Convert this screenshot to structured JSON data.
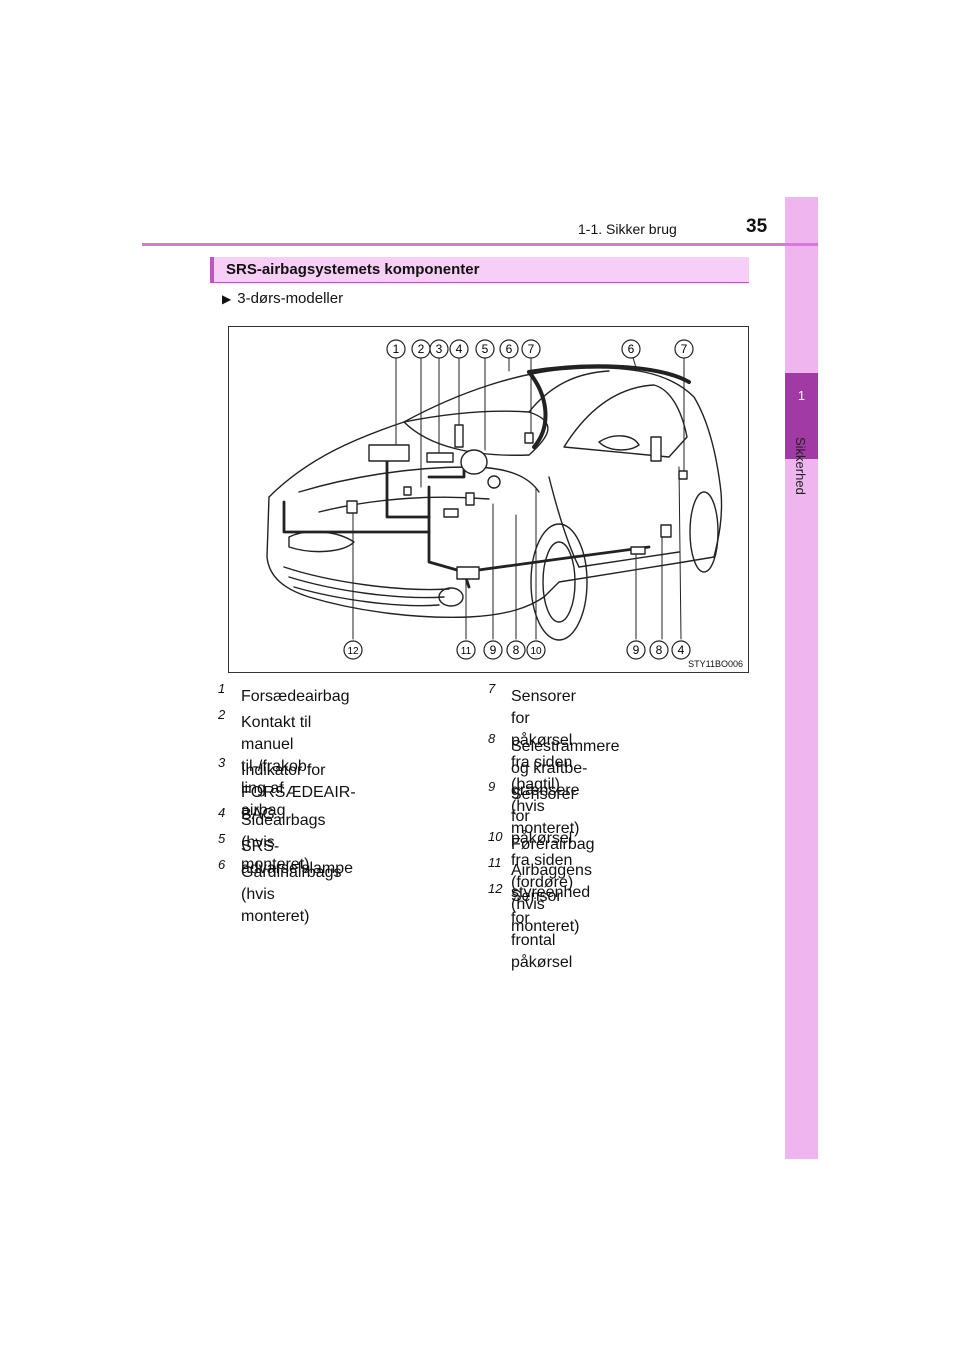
{
  "header": {
    "section": "1-1. Sikker brug",
    "page_number": "35"
  },
  "side_tab": {
    "chapter_number": "1",
    "chapter_name": "Sikkerhed"
  },
  "box_title": "SRS-airbagsystemets komponenter",
  "model_label": "3-dørs-modeller",
  "figure": {
    "code": "STY11BO006",
    "callouts_top": [
      "1",
      "2",
      "3",
      "4",
      "5",
      "6",
      "7",
      "6",
      "7"
    ],
    "callouts_bottom": [
      "12",
      "11",
      "9",
      "8",
      "10",
      "9",
      "8",
      "4"
    ]
  },
  "legend_left": [
    {
      "num": "1",
      "lines": [
        "Forsædeairbag"
      ]
    },
    {
      "num": "2",
      "lines": [
        "Kontakt til manuel til-/frakob-",
        "ling af airbag"
      ]
    },
    {
      "num": "3",
      "lines": [
        "Indikator for FORSÆDEAIR-",
        "BAG"
      ]
    },
    {
      "num": "4",
      "lines": [
        "Sideairbags (hvis monteret)"
      ]
    },
    {
      "num": "5",
      "lines": [
        "SRS-advarselslampe"
      ]
    },
    {
      "num": "6",
      "lines": [
        "Gardinairbags",
        "(hvis monteret)"
      ]
    }
  ],
  "legend_right": [
    {
      "num": "7",
      "lines": [
        "Sensorer for påkørsel fra siden",
        "(bagtil) (hvis monteret)"
      ]
    },
    {
      "num": "8",
      "lines": [
        "Selestrammere og kraftbe-",
        "grænsere"
      ]
    },
    {
      "num": "9",
      "lines": [
        "Sensorer for påkørsel fra siden",
        "(fordøre) (hvis monteret)"
      ]
    },
    {
      "num": "10",
      "lines": [
        "Førerairbag"
      ]
    },
    {
      "num": "11",
      "lines": [
        "Airbaggens styreenhed"
      ]
    },
    {
      "num": "12",
      "lines": [
        "Sensor for frontal påkørsel"
      ]
    }
  ]
}
